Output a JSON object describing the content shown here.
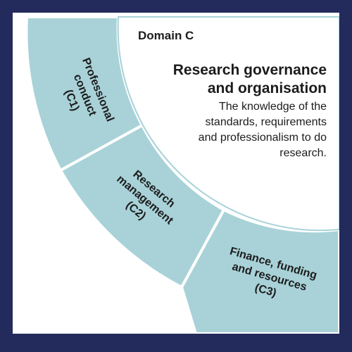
{
  "domain": {
    "heading": "Domain C",
    "title_line1": "Research governance",
    "title_line2": "and organisation",
    "desc_line1": "The knowledge of the",
    "desc_line2": "standards, requirements",
    "desc_line3": "and professionalism to do",
    "desc_line4": "research."
  },
  "segments": [
    {
      "lines": [
        "Professional",
        "conduct",
        "(C1)"
      ]
    },
    {
      "lines": [
        "Research",
        "management",
        "(C2)"
      ]
    },
    {
      "lines": [
        "Finance, funding",
        "and resources",
        "(C3)"
      ]
    }
  ],
  "colors": {
    "border": "#232a5c",
    "segment_fill": "#a8d2d8",
    "inner_fill": "#ffffff",
    "text": "#1c1c1c"
  }
}
